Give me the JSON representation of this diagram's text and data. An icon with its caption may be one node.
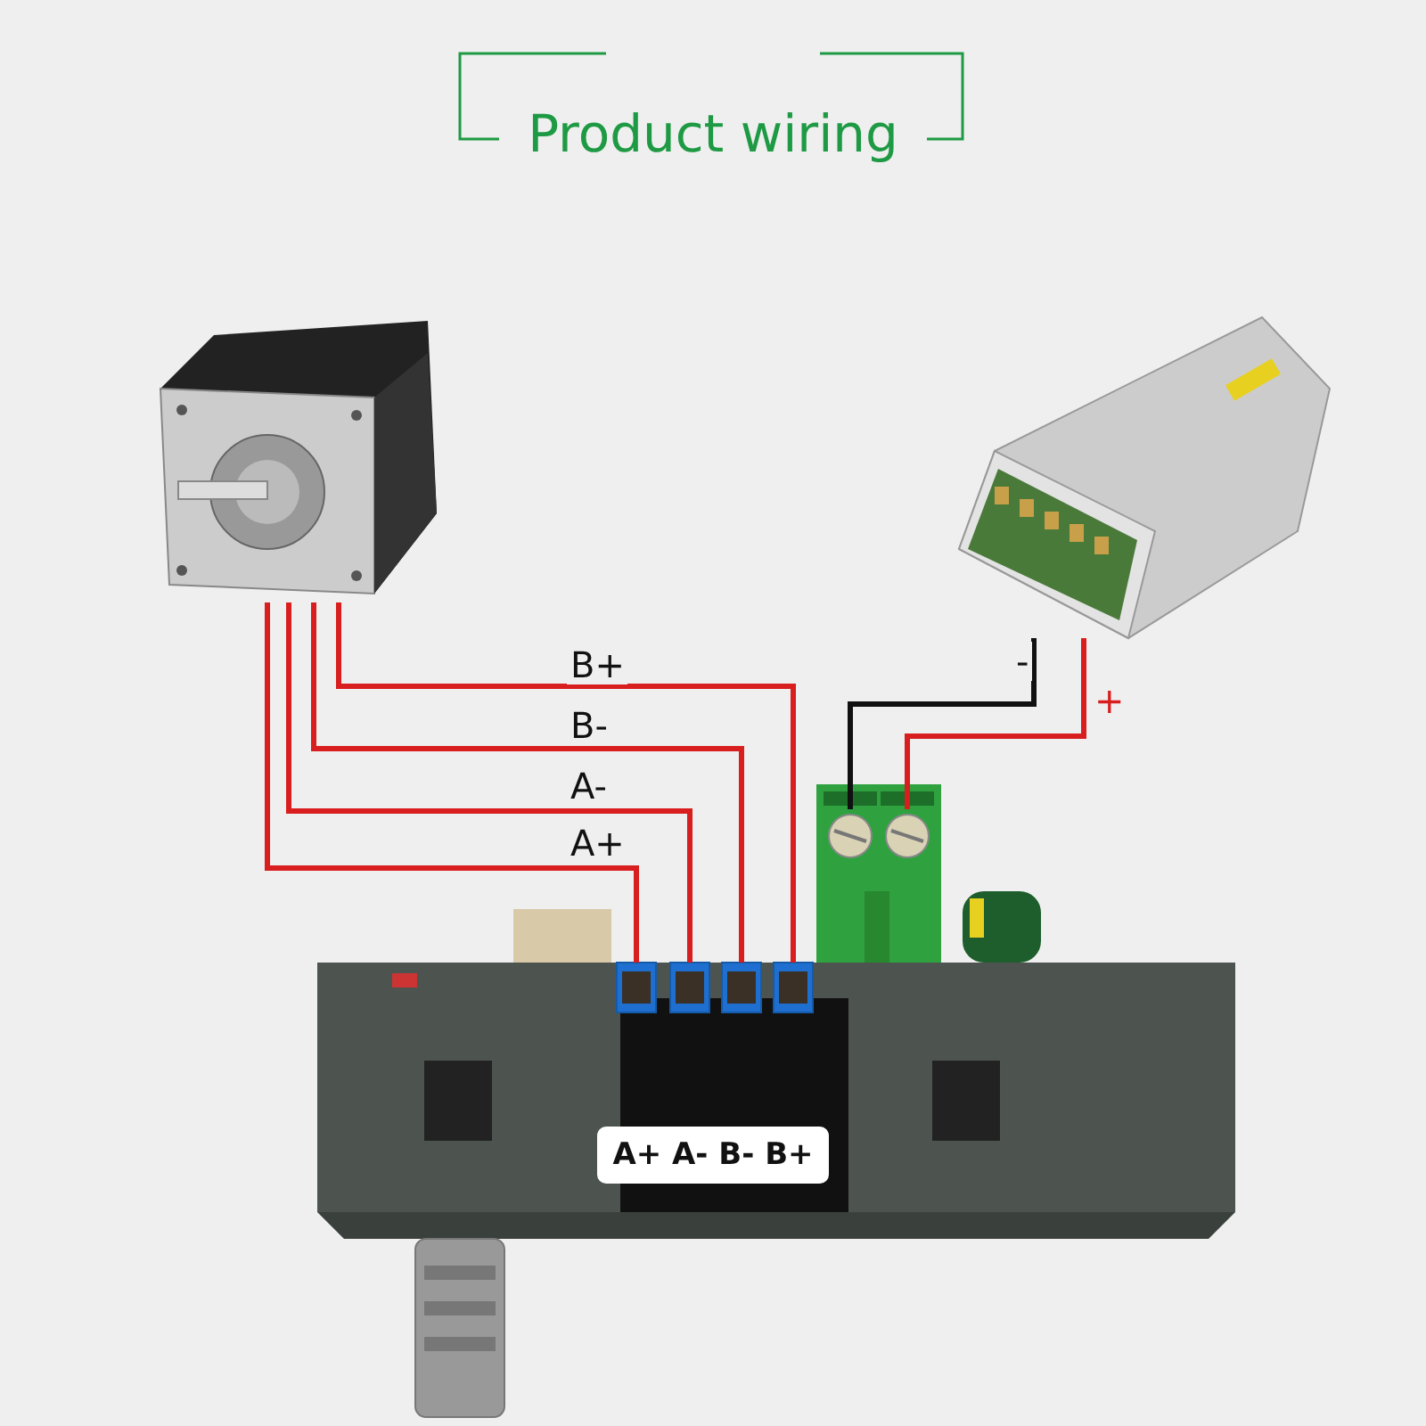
{
  "diagram": {
    "title": "Product wiring",
    "nodes": [
      {
        "text": [],
        "shape": "picture"
      },
      {
        "text": [],
        "shape": "picture"
      },
      {
        "text": [],
        "shape": "box",
        "in": 8
      },
      {
        "text": [],
        "shape": "box",
        "in": 8
      },
      {
        "text": [],
        "shape": "box",
        "in": 8
      },
      {
        "text": [],
        "shape": "box",
        "in": 8
      },
      {
        "text": [],
        "shape": "circle"
      },
      {
        "text": [],
        "shape": "circle"
      },
      {
        "text": [],
        "shape": "picture"
      }
    ],
    "edges": [
      {
        "from": 0,
        "to": 5,
        "arrow": "none",
        "label": "B+"
      },
      {
        "from": 0,
        "to": 4,
        "arrow": "none",
        "label": "B-"
      },
      {
        "from": 0,
        "to": 3,
        "arrow": "none",
        "label": "A-"
      },
      {
        "from": 0,
        "to": 2,
        "arrow": "none",
        "label": "A+"
      },
      {
        "from": 1,
        "to": 6,
        "arrow": "none",
        "label": "-",
        "color": "#111111"
      },
      {
        "from": 1,
        "to": 7,
        "arrow": "none",
        "label": "+"
      }
    ],
    "labels": [
      "A+ A- B- B+"
    ]
  }
}
